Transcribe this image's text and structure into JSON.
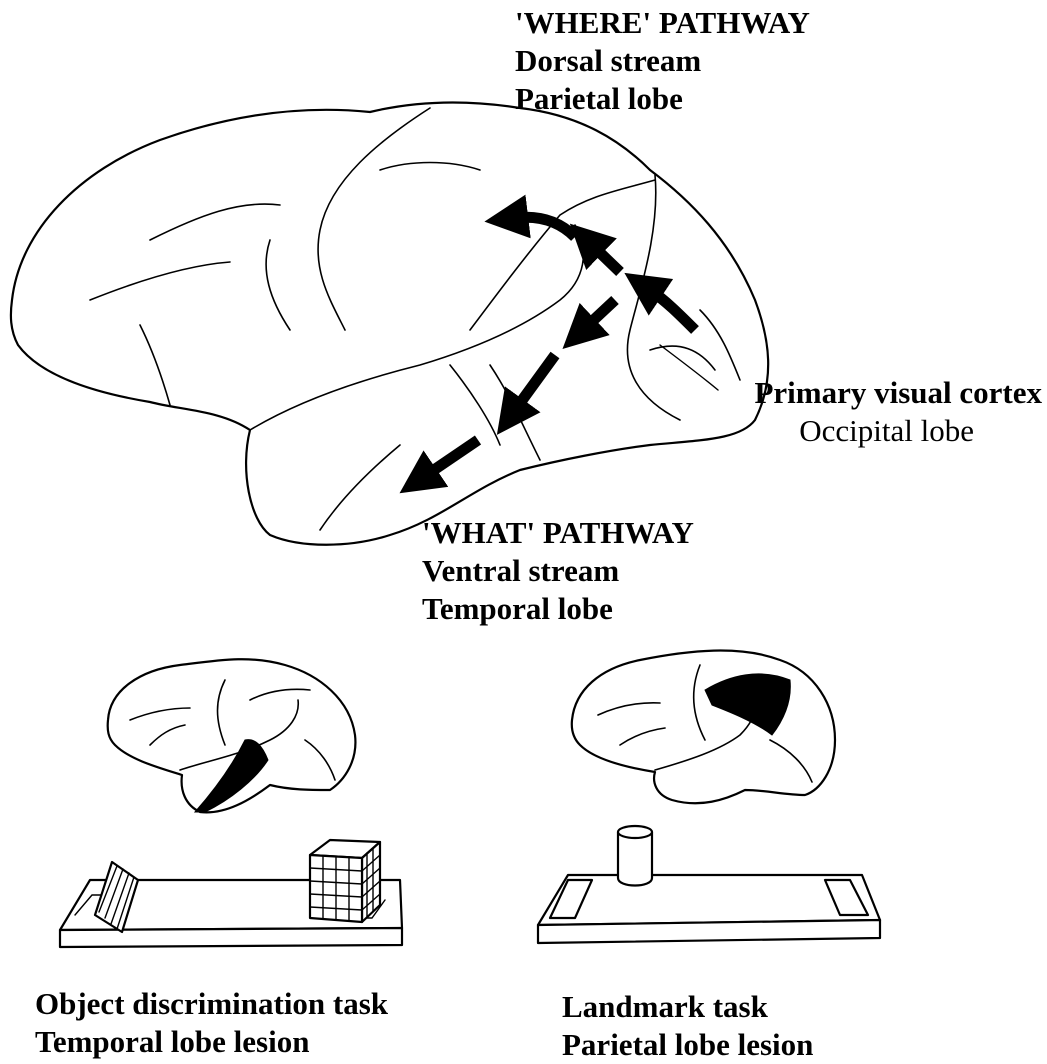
{
  "main_diagram": {
    "where_pathway": {
      "line1": "'WHERE' PATHWAY",
      "line2": "Dorsal stream",
      "line3": "Parietal lobe"
    },
    "what_pathway": {
      "line1": "'WHAT' PATHWAY",
      "line2": "Ventral stream",
      "line3": "Temporal lobe"
    },
    "visual_cortex": {
      "line1": "Primary visual cortex",
      "line2": "Occipital lobe"
    }
  },
  "left_panel": {
    "line1": "Object discrimination task",
    "line2": "Temporal lobe lesion"
  },
  "right_panel": {
    "line1": "Landmark task",
    "line2": "Parietal lobe lesion"
  }
}
